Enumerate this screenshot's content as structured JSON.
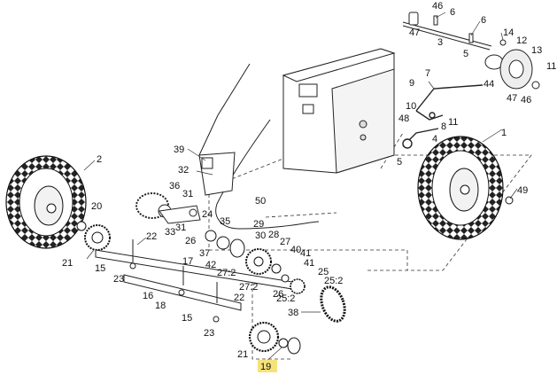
{
  "diagram": {
    "highlighted_part": "19",
    "callouts": [
      {
        "id": "c46a",
        "text": "46"
      },
      {
        "id": "c6a",
        "text": "6"
      },
      {
        "id": "c6b",
        "text": "6"
      },
      {
        "id": "c47a",
        "text": "47"
      },
      {
        "id": "c3",
        "text": "3"
      },
      {
        "id": "c14",
        "text": "14"
      },
      {
        "id": "c12",
        "text": "12"
      },
      {
        "id": "c13",
        "text": "13"
      },
      {
        "id": "c5a",
        "text": "5"
      },
      {
        "id": "c11a",
        "text": "11"
      },
      {
        "id": "c7",
        "text": "7"
      },
      {
        "id": "c44",
        "text": "44"
      },
      {
        "id": "c9",
        "text": "9"
      },
      {
        "id": "c10",
        "text": "10"
      },
      {
        "id": "c48",
        "text": "48"
      },
      {
        "id": "c47b",
        "text": "47"
      },
      {
        "id": "c46b",
        "text": "46"
      },
      {
        "id": "c8",
        "text": "8"
      },
      {
        "id": "c11b",
        "text": "11"
      },
      {
        "id": "c1",
        "text": "1"
      },
      {
        "id": "c4",
        "text": "4"
      },
      {
        "id": "c5b",
        "text": "5"
      },
      {
        "id": "c2",
        "text": "2"
      },
      {
        "id": "c39",
        "text": "39"
      },
      {
        "id": "c32",
        "text": "32"
      },
      {
        "id": "c36",
        "text": "36"
      },
      {
        "id": "c31a",
        "text": "31"
      },
      {
        "id": "c50",
        "text": "50"
      },
      {
        "id": "c49",
        "text": "49"
      },
      {
        "id": "c24",
        "text": "24"
      },
      {
        "id": "c20",
        "text": "20"
      },
      {
        "id": "c33",
        "text": "33"
      },
      {
        "id": "c31b",
        "text": "31"
      },
      {
        "id": "c35",
        "text": "35"
      },
      {
        "id": "c22a",
        "text": "22"
      },
      {
        "id": "c26a",
        "text": "26"
      },
      {
        "id": "c29",
        "text": "29"
      },
      {
        "id": "c30",
        "text": "30"
      },
      {
        "id": "c28",
        "text": "28"
      },
      {
        "id": "c27a",
        "text": "27"
      },
      {
        "id": "c37",
        "text": "37"
      },
      {
        "id": "c40",
        "text": "40"
      },
      {
        "id": "c41a",
        "text": "41"
      },
      {
        "id": "c41b",
        "text": "41"
      },
      {
        "id": "c42",
        "text": "42"
      },
      {
        "id": "c27b",
        "text": "27:2"
      },
      {
        "id": "c21a",
        "text": "21"
      },
      {
        "id": "c15a",
        "text": "15"
      },
      {
        "id": "c17",
        "text": "17"
      },
      {
        "id": "c25a",
        "text": "25"
      },
      {
        "id": "c25b",
        "text": "25:2"
      },
      {
        "id": "c23a",
        "text": "23"
      },
      {
        "id": "c27c",
        "text": "27:2"
      },
      {
        "id": "c26b",
        "text": "26"
      },
      {
        "id": "c25c",
        "text": "25:2"
      },
      {
        "id": "c16",
        "text": "16"
      },
      {
        "id": "c22b",
        "text": "22"
      },
      {
        "id": "c18",
        "text": "18"
      },
      {
        "id": "c38",
        "text": "38"
      },
      {
        "id": "c15b",
        "text": "15"
      },
      {
        "id": "c23b",
        "text": "23"
      },
      {
        "id": "c21b",
        "text": "21"
      },
      {
        "id": "c19",
        "text": "19"
      }
    ]
  }
}
